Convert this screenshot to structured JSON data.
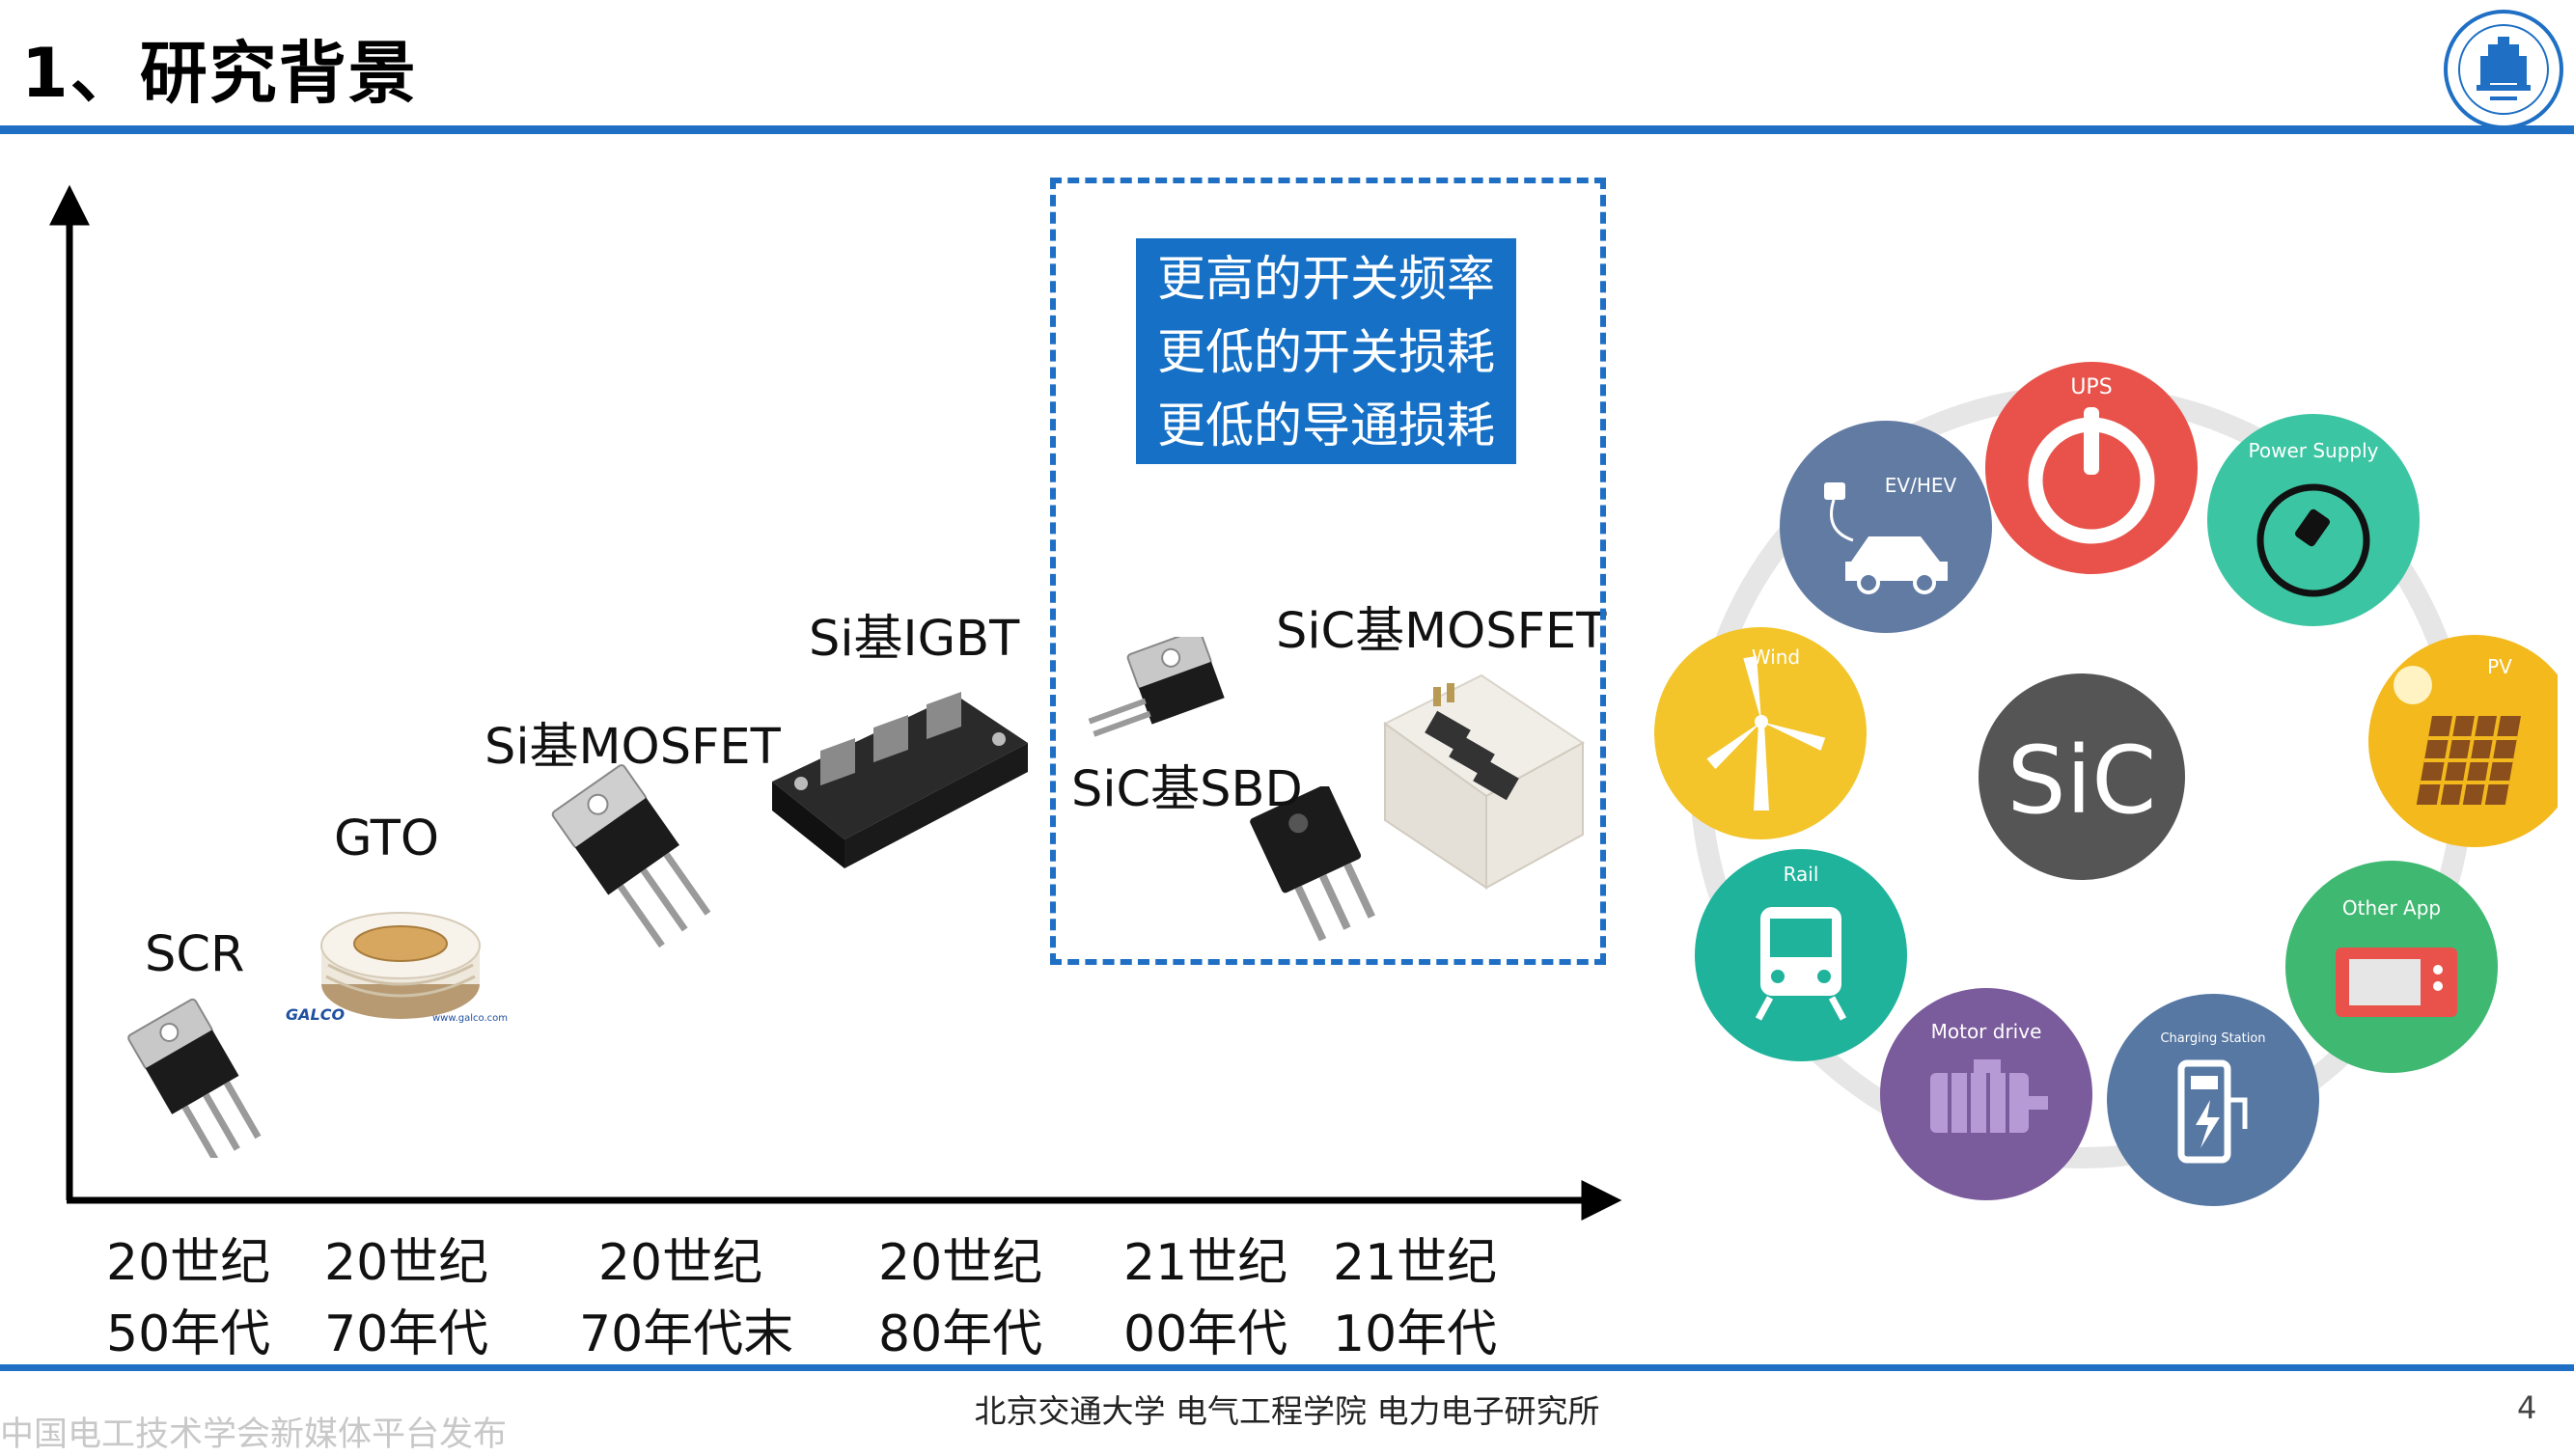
{
  "header": {
    "title": "1、研究背景"
  },
  "devices": {
    "scr": "SCR",
    "gto": "GTO",
    "si_mosfet": "Si基MOSFET",
    "si_igbt": "Si基IGBT",
    "sic_sbd": "SiC基SBD",
    "sic_mosfet": "SiC基MOSFET",
    "gto_brand": "GALCO",
    "gto_site": "www.galco.com"
  },
  "timeline": [
    {
      "line1": "20世纪",
      "line2": "50年代"
    },
    {
      "line1": "20世纪",
      "line2": "70年代"
    },
    {
      "line1": "20世纪",
      "line2": "70年代末"
    },
    {
      "line1": "20世纪",
      "line2": "80年代"
    },
    {
      "line1": "21世纪",
      "line2": "00年代"
    },
    {
      "line1": "21世纪",
      "line2": "10年代"
    }
  ],
  "advantages": [
    "更高的开关频率",
    "更低的开关损耗",
    "更低的导通损耗"
  ],
  "wheel": {
    "center": "SiC",
    "applications": [
      "UPS",
      "Power Supply",
      "PV",
      "Other App",
      "Charging Station",
      "Motor drive",
      "Rail",
      "Wind",
      "EV/HEV"
    ]
  },
  "colors": {
    "accent": "#1f6fc5",
    "ups": "#e8524a",
    "power_supply": "#3cc5a2",
    "pv": "#f3b91d",
    "other_app": "#3fb871",
    "charging_station": "#5778a3",
    "motor_drive": "#7a5b9c",
    "rail": "#1fb39b",
    "wind": "#f3c52b",
    "ev_hev": "#617ba3",
    "center": "#555555"
  },
  "footer": {
    "institution": "北京交通大学  电气工程学院  电力电子研究所",
    "watermark": "中国电工技术学会新媒体平台发布",
    "page_number": "4"
  }
}
